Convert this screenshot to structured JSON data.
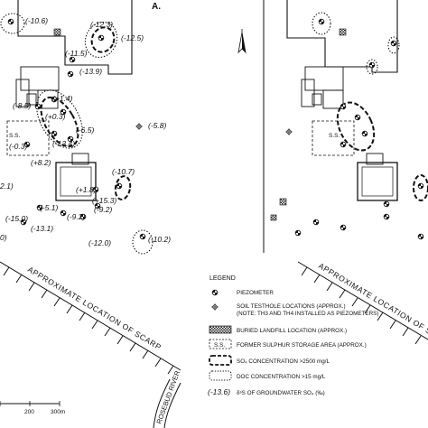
{
  "panel_label": "A.",
  "north_arrow": "north-arrow-icon",
  "scarp_label": "APPROXIMATE   LOCATION   OF   SCARP",
  "river_label": "ROSEBUD RIVER",
  "ss_label_left": "S.S.",
  "ss_label_right": "S.S.",
  "scale": {
    "mid": "200",
    "end": "300m"
  },
  "delta_labels": [
    {
      "id": "p1",
      "text": "(-10.6)"
    },
    {
      "id": "p2",
      "text": "(-12.3)"
    },
    {
      "id": "p3",
      "text": "(-12.5)"
    },
    {
      "id": "p4",
      "text": "(-11.5)"
    },
    {
      "id": "p5",
      "text": "(-13.9)"
    },
    {
      "id": "p6",
      "text": "(+1.4)"
    },
    {
      "id": "p7",
      "text": "(-8.5)"
    },
    {
      "id": "p8",
      "text": "(+0.3)"
    },
    {
      "id": "p9",
      "text": "(-6.5)"
    },
    {
      "id": "p10",
      "text": "(-5.8)"
    },
    {
      "id": "p11",
      "text": "(-0.3)"
    },
    {
      "id": "p12",
      "text": "(-13.4)"
    },
    {
      "id": "p13",
      "text": "(+8.2)"
    },
    {
      "id": "p14",
      "text": "(-10.7)"
    },
    {
      "id": "p15",
      "text": "(+1.8)"
    },
    {
      "id": "p16",
      "text": "(+15.3)"
    },
    {
      "id": "p17",
      "text": "(-9.2)"
    },
    {
      "id": "p18",
      "text": "(-5.1)"
    },
    {
      "id": "p19",
      "text": "(-9.2)"
    },
    {
      "id": "p20",
      "text": "(-15.0)"
    },
    {
      "id": "p21",
      "text": "(-13.1)"
    },
    {
      "id": "p22",
      "text": "(-10.2)"
    },
    {
      "id": "p23",
      "text": "(-12.0)"
    },
    {
      "id": "p24",
      "text": "2.1)"
    },
    {
      "id": "p25",
      "text": "0)"
    }
  ],
  "legend": {
    "title": "LEGEND",
    "items": [
      {
        "icon": "piezometer-icon",
        "label": "PIEZOMETER"
      },
      {
        "icon": "soil-testhole-icon",
        "label": "SOIL TESTHOLE LOCATIONS (APPROX.)",
        "note": "(NOTE:  TH3 AND TH4 INSTALLED AS PIEZOMETERS)"
      },
      {
        "icon": "buried-landfill-icon",
        "label": "BURIED LANDFILL LOCATION (APPROX.)"
      },
      {
        "icon": "sulphur-storage-icon",
        "symbol": "S.S.",
        "label": "FORMER SULPHUR STORAGE AREA (APPROX.)"
      },
      {
        "icon": "so4-boundary-icon",
        "label": "SO₄ CONCENTRATION >2500 mg/L"
      },
      {
        "icon": "doc-boundary-icon",
        "label": "DOC CONCENTRATION >15 mg/L"
      },
      {
        "icon": "delta-value-icon",
        "symbol": "(-13.6)",
        "label": "δˢS OF GROUNDWATER SO₄ (‰)"
      }
    ]
  }
}
